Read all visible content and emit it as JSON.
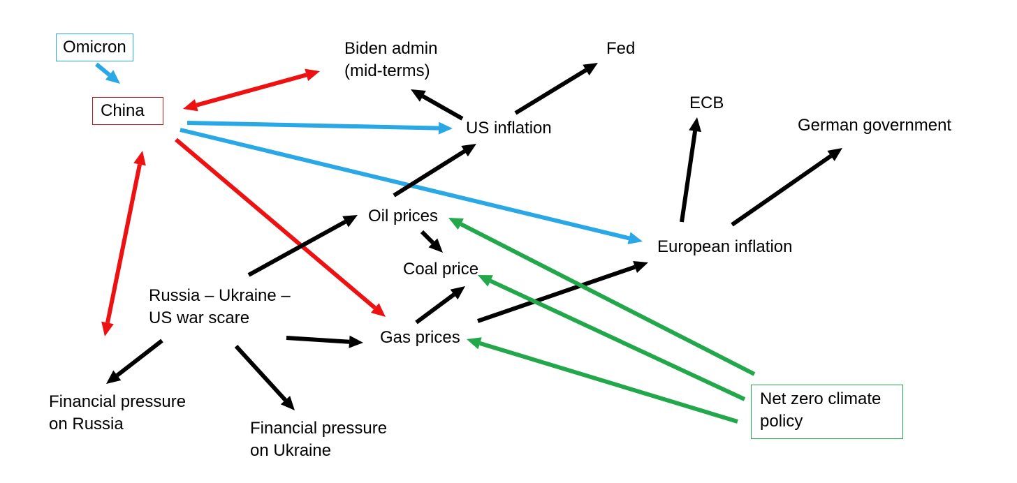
{
  "colors": {
    "black": "#000000",
    "red": "#ee1111",
    "blue": "#2aa8e6",
    "green": "#22a84a"
  },
  "nodes": {
    "omicron": {
      "lines": [
        "Omicron"
      ],
      "border": "#2aa8e6"
    },
    "china": {
      "lines": [
        "China"
      ],
      "border": "#c0151c"
    },
    "biden": {
      "lines": [
        "Biden admin",
        "(mid-terms)"
      ]
    },
    "fed": {
      "lines": [
        "Fed"
      ]
    },
    "us_inflation": {
      "lines": [
        "US inflation"
      ]
    },
    "ecb": {
      "lines": [
        "ECB"
      ]
    },
    "german_gov": {
      "lines": [
        "German government"
      ]
    },
    "oil_prices": {
      "lines": [
        "Oil prices"
      ]
    },
    "coal_price": {
      "lines": [
        "Coal price"
      ]
    },
    "european_inflation": {
      "lines": [
        "European inflation"
      ]
    },
    "russia_war": {
      "lines": [
        "Russia – Ukraine –",
        "US war scare"
      ]
    },
    "gas_prices": {
      "lines": [
        "Gas prices"
      ]
    },
    "fin_russia": {
      "lines": [
        "Financial pressure",
        "on Russia"
      ]
    },
    "fin_ukraine": {
      "lines": [
        "Financial pressure",
        "on Ukraine"
      ]
    },
    "net_zero": {
      "lines": [
        "Net zero climate",
        "policy"
      ],
      "border": "#22a84a"
    }
  },
  "edges": [
    {
      "from": "omicron",
      "to": "china",
      "color": "blue",
      "bidirectional": false
    },
    {
      "from": "china",
      "to": "biden",
      "color": "red",
      "bidirectional": true
    },
    {
      "from": "china",
      "to": "us_inflation",
      "color": "blue",
      "bidirectional": false
    },
    {
      "from": "china",
      "to": "european_inflation",
      "color": "blue",
      "bidirectional": false
    },
    {
      "from": "china",
      "to": "gas_prices",
      "color": "red",
      "bidirectional": false
    },
    {
      "from": "china",
      "to": "fin_russia",
      "color": "red",
      "bidirectional": true
    },
    {
      "from": "us_inflation",
      "to": "biden",
      "color": "black",
      "bidirectional": false
    },
    {
      "from": "us_inflation",
      "to": "fed",
      "color": "black",
      "bidirectional": false
    },
    {
      "from": "oil_prices",
      "to": "us_inflation",
      "color": "black",
      "bidirectional": false
    },
    {
      "from": "european_inflation",
      "to": "ecb",
      "color": "black",
      "bidirectional": false
    },
    {
      "from": "european_inflation",
      "to": "german_gov",
      "color": "black",
      "bidirectional": false
    },
    {
      "from": "russia_war",
      "to": "oil_prices",
      "color": "black",
      "bidirectional": false
    },
    {
      "from": "oil_prices",
      "to": "coal_price",
      "color": "black",
      "bidirectional": false
    },
    {
      "from": "russia_war",
      "to": "gas_prices",
      "color": "black",
      "bidirectional": false
    },
    {
      "from": "gas_prices",
      "to": "coal_price",
      "color": "black",
      "bidirectional": false
    },
    {
      "from": "gas_prices",
      "to": "european_inflation",
      "color": "black",
      "bidirectional": false
    },
    {
      "from": "russia_war",
      "to": "fin_russia",
      "color": "black",
      "bidirectional": false
    },
    {
      "from": "russia_war",
      "to": "fin_ukraine",
      "color": "black",
      "bidirectional": false
    },
    {
      "from": "net_zero",
      "to": "oil_prices",
      "color": "green",
      "bidirectional": false
    },
    {
      "from": "net_zero",
      "to": "coal_price",
      "color": "green",
      "bidirectional": false
    },
    {
      "from": "net_zero",
      "to": "gas_prices",
      "color": "green",
      "bidirectional": false
    }
  ]
}
